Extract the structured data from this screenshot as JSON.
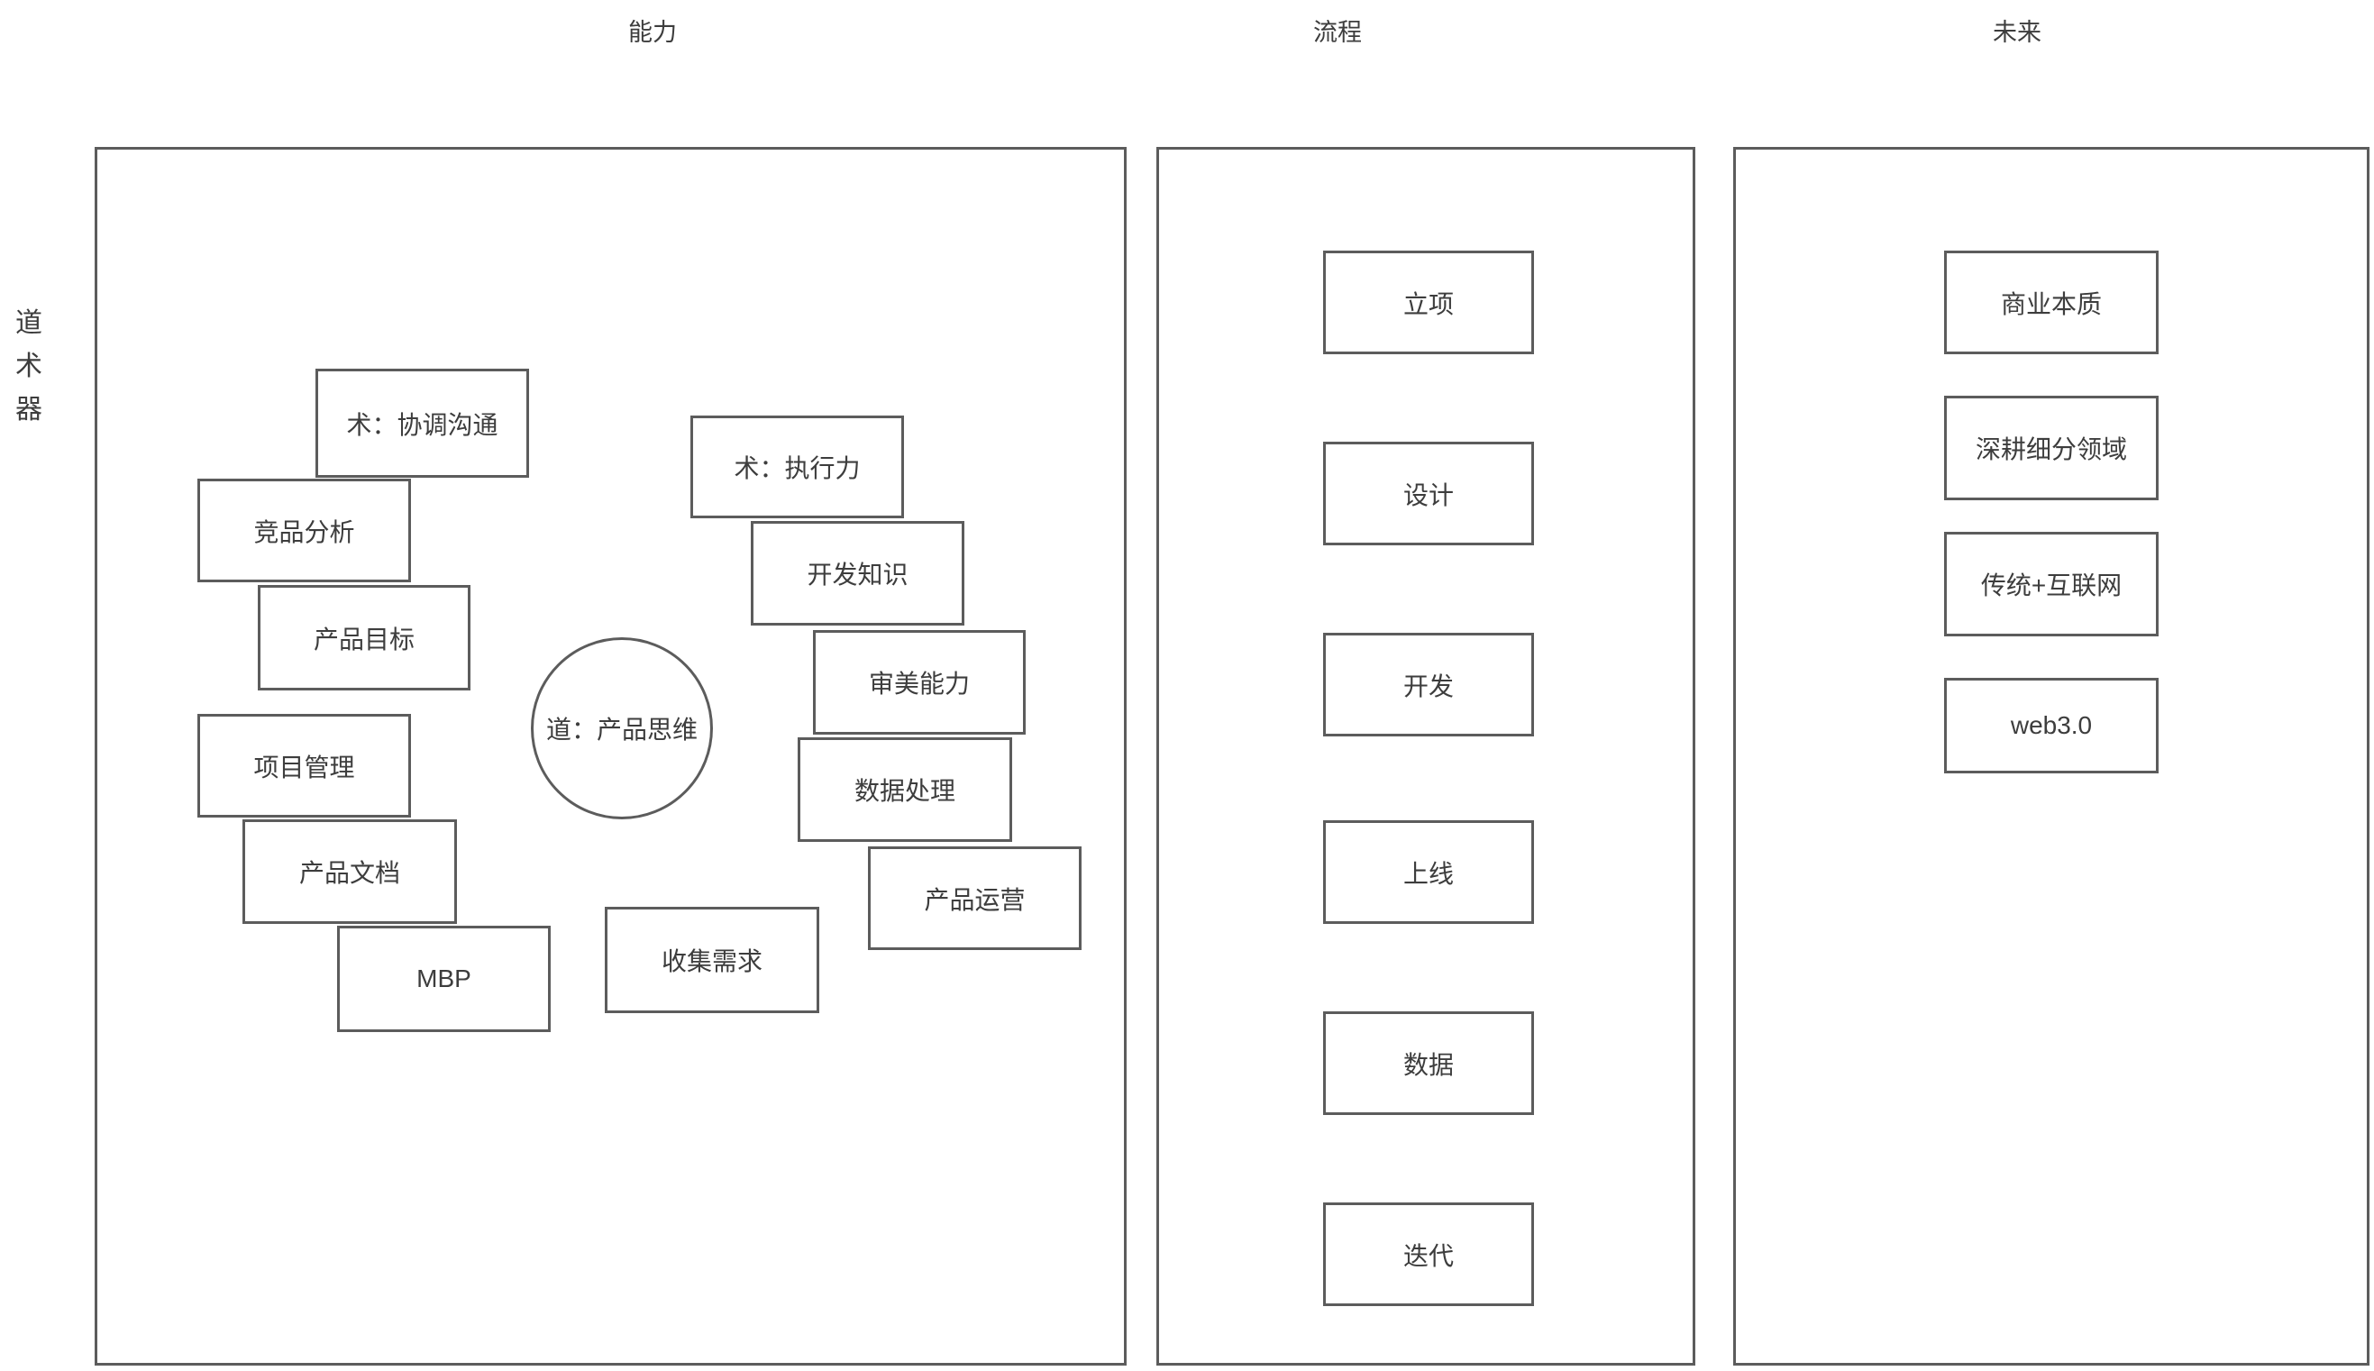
{
  "colors": {
    "stroke": "#5c5c5c",
    "text": "#3d3d3d",
    "background": "#ffffff"
  },
  "titles": {
    "ability": "能力",
    "process": "流程",
    "future": "未来"
  },
  "axis": {
    "dao": "道",
    "shu": "术",
    "qi": "器"
  },
  "ability": {
    "coordination": "术：协调沟通",
    "competitor_analysis": "竞品分析",
    "product_goal": "产品目标",
    "project_management": "项目管理",
    "product_doc": "产品文档",
    "mbp": "MBP",
    "core_thinking": "道：产品思维",
    "execution": "术：执行力",
    "dev_knowledge": "开发知识",
    "aesthetic": "审美能力",
    "data_processing": "数据处理",
    "product_operation": "产品运营",
    "collect_requirements": "收集需求"
  },
  "process": {
    "steps": [
      "立项",
      "设计",
      "开发",
      "上线",
      "数据",
      "迭代"
    ]
  },
  "future": {
    "items": [
      "商业本质",
      "深耕细分领域",
      "传统+互联网",
      "web3.0"
    ]
  }
}
